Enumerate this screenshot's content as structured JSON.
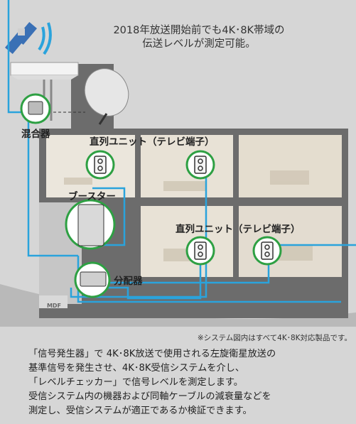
{
  "caption": {
    "line1": "2018年放送開始前でも4K･8K帯域の",
    "line2": "伝送レベルが測定可能。"
  },
  "labels": {
    "mixer": "混合器",
    "unit_top": "直列ユニット（テレビ端子）",
    "booster": "ブースター",
    "unit_bottom": "直列ユニット（テレビ端子）",
    "splitter": "分配器",
    "mdf": "MDF"
  },
  "note": "※システム図内はすべて4K･8K対応製品です。",
  "description": [
    "「信号発生器」で 4K･8K放送で使用される左旋衛星放送の",
    "基準信号を発生させ、4K･8K受信システムを介し、",
    "「レベルチェッカー」で信号レベルを測定します。",
    "受信システム内の機器および同軸ケーブルの減衰量などを",
    "測定し、受信システムが適正であるか検証できます。"
  ],
  "colors": {
    "cable": "#2aa3dc",
    "highlight_ring": "#2ea043",
    "background": "#d6d6d6"
  }
}
